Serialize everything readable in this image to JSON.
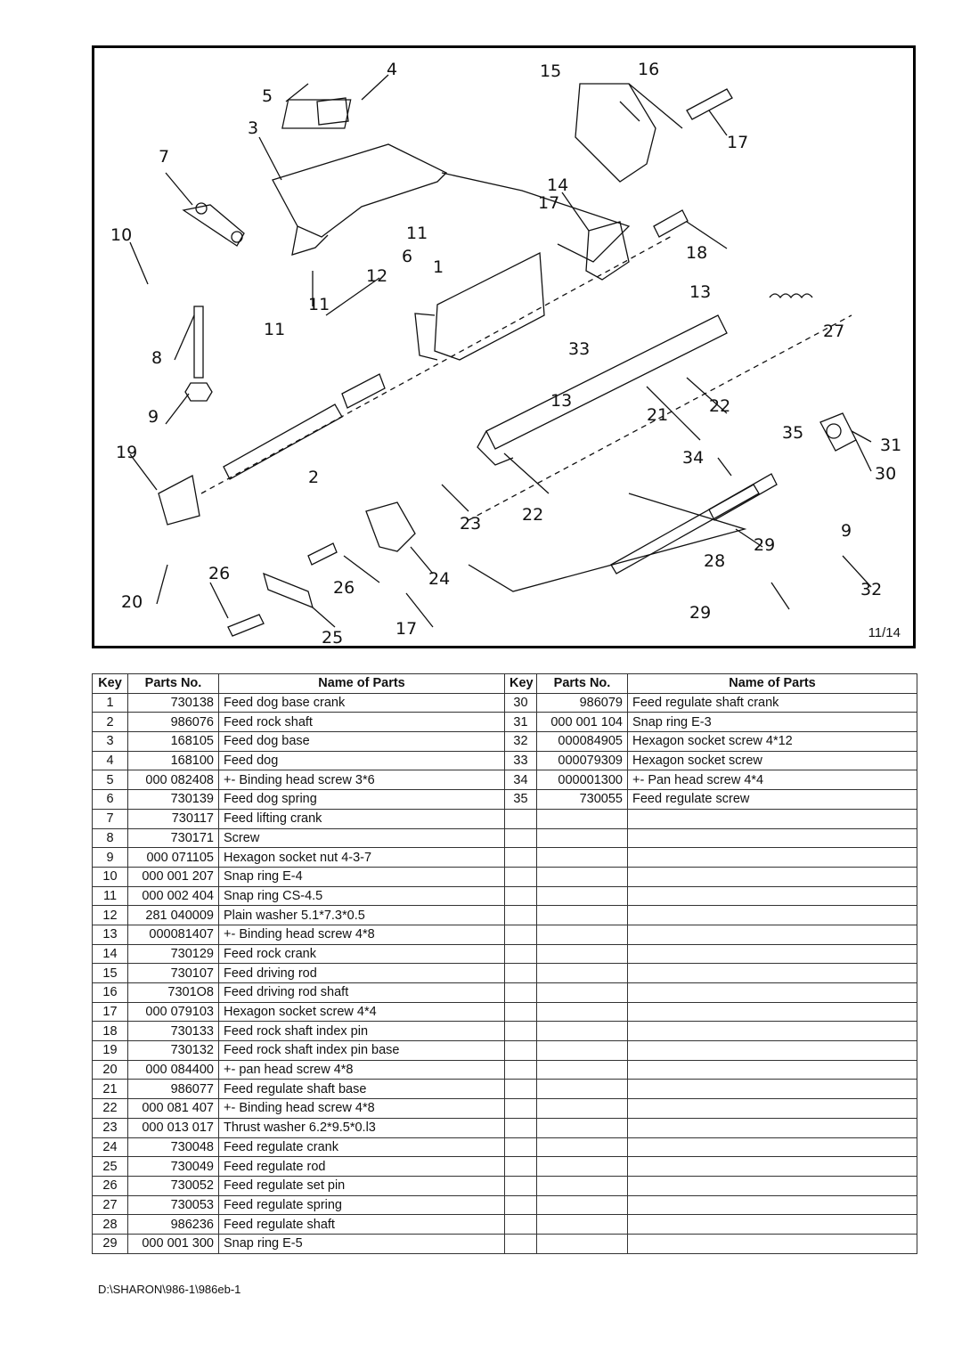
{
  "diagram": {
    "page_label": "11/14",
    "callouts": [
      "1",
      "2",
      "3",
      "4",
      "5",
      "6",
      "7",
      "8",
      "9",
      "9",
      "10",
      "11",
      "11",
      "11",
      "12",
      "13",
      "13",
      "14",
      "15",
      "16",
      "17",
      "17",
      "17",
      "18",
      "19",
      "20",
      "21",
      "22",
      "22",
      "23",
      "24",
      "25",
      "26",
      "26",
      "27",
      "28",
      "29",
      "29",
      "30",
      "31",
      "32",
      "33",
      "34",
      "35"
    ]
  },
  "table": {
    "headers": {
      "key": "Key",
      "parts_no": "Parts No.",
      "name": "Name of Parts"
    },
    "left_rows": [
      {
        "key": "1",
        "no": "730138",
        "name": "Feed dog base crank"
      },
      {
        "key": "2",
        "no": "986076",
        "name": "Feed rock shaft"
      },
      {
        "key": "3",
        "no": "168105",
        "name": "Feed dog base"
      },
      {
        "key": "4",
        "no": "168100",
        "name": "Feed dog"
      },
      {
        "key": "5",
        "no": "000 082408",
        "name": "+- Binding head screw 3*6"
      },
      {
        "key": "6",
        "no": "730139",
        "name": "Feed dog spring"
      },
      {
        "key": "7",
        "no": "730117",
        "name": "Feed lifting crank"
      },
      {
        "key": "8",
        "no": "730171",
        "name": "Screw"
      },
      {
        "key": "9",
        "no": "000 071105",
        "name": "Hexagon socket nut 4-3-7"
      },
      {
        "key": "10",
        "no": "000 001 207",
        "name": "Snap ring E-4"
      },
      {
        "key": "11",
        "no": "000 002 404",
        "name": "Snap ring CS-4.5"
      },
      {
        "key": "12",
        "no": "281 040009",
        "name": "Plain washer 5.1*7.3*0.5"
      },
      {
        "key": "13",
        "no": "000081407",
        "name": "+- Binding head screw 4*8"
      },
      {
        "key": "14",
        "no": "730129",
        "name": "Feed rock crank"
      },
      {
        "key": "15",
        "no": "730107",
        "name": "Feed driving rod"
      },
      {
        "key": "16",
        "no": "7301O8",
        "name": "Feed driving rod shaft"
      },
      {
        "key": "17",
        "no": "000 079103",
        "name": "Hexagon socket screw 4*4"
      },
      {
        "key": "18",
        "no": "730133",
        "name": "Feed rock shaft index pin"
      },
      {
        "key": "19",
        "no": "730132",
        "name": "Feed rock shaft index pin base"
      },
      {
        "key": "20",
        "no": "000 084400",
        "name": "+- pan head screw 4*8"
      },
      {
        "key": "21",
        "no": "986077",
        "name": "Feed regulate shaft base"
      },
      {
        "key": "22",
        "no": "000 081 407",
        "name": "+- Binding head screw 4*8"
      },
      {
        "key": "23",
        "no": "000 013 017",
        "name": "Thrust washer 6.2*9.5*0.l3"
      },
      {
        "key": "24",
        "no": "730048",
        "name": "Feed regulate crank"
      },
      {
        "key": "25",
        "no": "730049",
        "name": "Feed regulate rod"
      },
      {
        "key": "26",
        "no": "730052",
        "name": "Feed regulate set pin"
      },
      {
        "key": "27",
        "no": "730053",
        "name": "Feed regulate spring"
      },
      {
        "key": "28",
        "no": "986236",
        "name": "Feed regulate shaft"
      },
      {
        "key": "29",
        "no": "000 001 300",
        "name": "Snap ring E-5"
      }
    ],
    "right_rows": [
      {
        "key": "30",
        "no": "986079",
        "name": "Feed regulate shaft crank"
      },
      {
        "key": "31",
        "no": "000 001 104",
        "name": "Snap ring E-3"
      },
      {
        "key": "32",
        "no": "000084905",
        "name": "Hexagon socket screw 4*12"
      },
      {
        "key": "33",
        "no": "000079309",
        "name": "Hexagon socket screw"
      },
      {
        "key": "34",
        "no": "000001300",
        "name": "+- Pan head screw 4*4"
      },
      {
        "key": "35",
        "no": "730055",
        "name": "Feed regulate screw"
      }
    ],
    "right_blank_rows": 23
  },
  "footer": {
    "path": "D:\\SHARON\\986-1\\986eb-1"
  }
}
